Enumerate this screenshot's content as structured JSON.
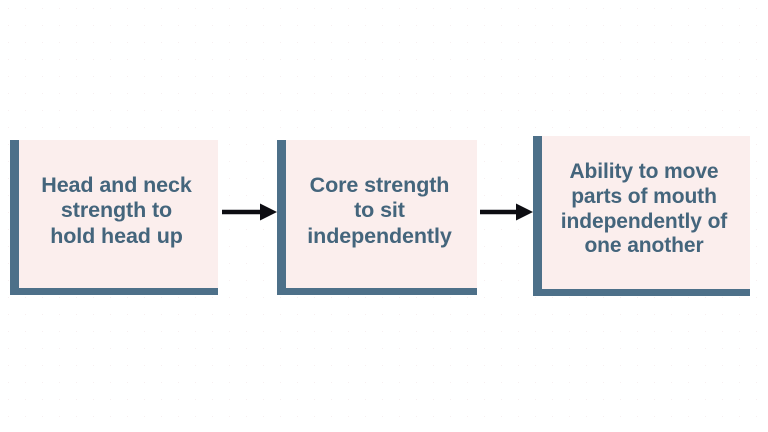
{
  "diagram": {
    "type": "flowchart",
    "orientation": "horizontal",
    "title": "",
    "colors": {
      "box_fill": "#fbeeed",
      "box_border": "#4d7089",
      "text": "#44657c",
      "arrow": "#000000",
      "background": "#ffffff"
    },
    "nodes": [
      {
        "id": "node-1",
        "label": "Head and neck\nstrength to\nhold head up",
        "lines": [
          "Head and neck",
          "strength to",
          "hold head up"
        ]
      },
      {
        "id": "node-2",
        "label": "Core strength\nto sit\nindependently",
        "lines": [
          "Core strength",
          "to sit",
          "independently"
        ]
      },
      {
        "id": "node-3",
        "label": "Ability to move\nparts of mouth\nindependently of\none another",
        "lines": [
          "Ability to move",
          "parts of mouth",
          "independently of",
          "one another"
        ]
      }
    ],
    "connectors": [
      {
        "id": "arrow-1",
        "from": "node-1",
        "to": "node-2",
        "style": "solid-arrow",
        "icon": "arrow-right-icon"
      },
      {
        "id": "arrow-2",
        "from": "node-2",
        "to": "node-3",
        "style": "solid-arrow",
        "icon": "arrow-right-icon"
      }
    ]
  }
}
